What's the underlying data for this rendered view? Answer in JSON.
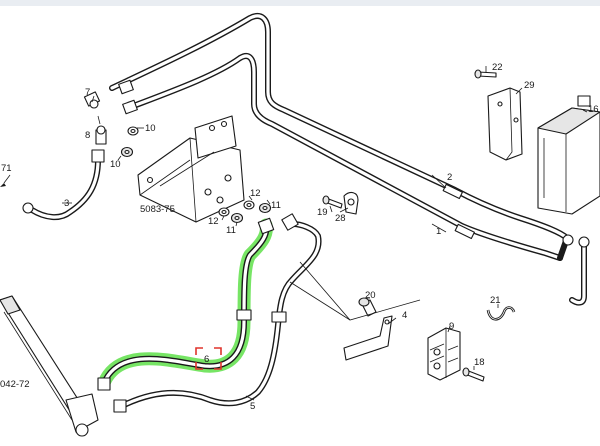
{
  "diagram": {
    "highlight_color": "#5fe04a",
    "labels": {
      "l1": "1",
      "l2": "2",
      "l3": "3",
      "l4": "4",
      "l5": "5",
      "l6": "6",
      "l8": "8",
      "l9": "9",
      "l10a": "10",
      "l10b": "10",
      "l11a": "11",
      "l11b": "11",
      "l12a": "12",
      "l12b": "12",
      "l16": "16",
      "l18": "18",
      "l19": "19",
      "l20": "20",
      "l21": "21",
      "l22": "22",
      "l28": "28",
      "l29": "29",
      "l71": "71",
      "bracket": "5083-75",
      "cylinder": "042-72"
    }
  }
}
